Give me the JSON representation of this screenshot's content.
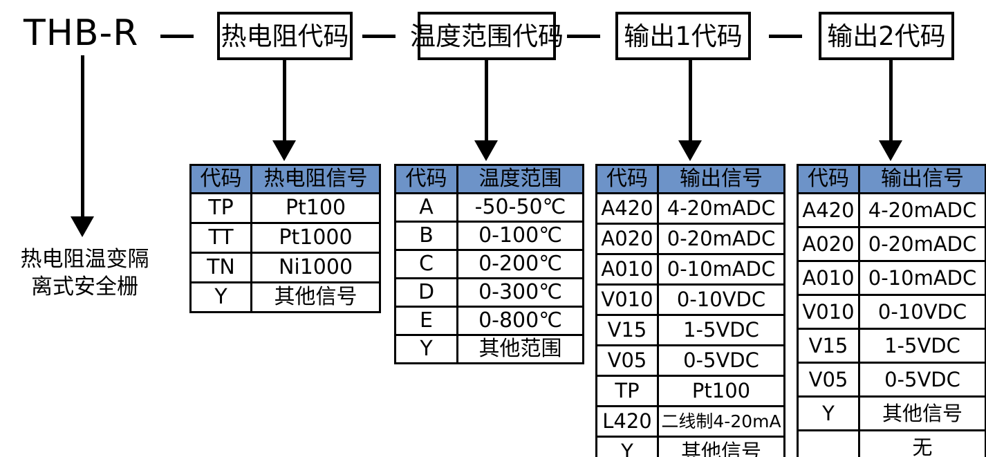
{
  "diagram": {
    "model_prefix": "THB-R",
    "separator": "—",
    "caption_line1": "热电阻温变隔",
    "caption_line2": "离式安全栅",
    "header_boxes": [
      {
        "label": "热电阻代码"
      },
      {
        "label": "温度范围代码"
      },
      {
        "label": "输出1代码"
      },
      {
        "label": "输出2代码"
      }
    ],
    "colors": {
      "header_blue": "#6d93c8",
      "line_black": "#000000",
      "background": "#ffffff"
    },
    "tables": [
      {
        "name": "rtd-signal-table",
        "headers": [
          "代码",
          "热电阻信号"
        ],
        "rows": [
          [
            "TP",
            "Pt100"
          ],
          [
            "TT",
            "Pt1000"
          ],
          [
            "TN",
            "Ni1000"
          ],
          [
            "Y",
            "其他信号"
          ]
        ]
      },
      {
        "name": "temperature-range-table",
        "headers": [
          "代码",
          "温度范围"
        ],
        "rows": [
          [
            "A",
            "-50-50℃"
          ],
          [
            "B",
            "0-100℃"
          ],
          [
            "C",
            "0-200℃"
          ],
          [
            "D",
            "0-300℃"
          ],
          [
            "E",
            "0-800℃"
          ],
          [
            "Y",
            "其他范围"
          ]
        ]
      },
      {
        "name": "output1-signal-table",
        "headers": [
          "代码",
          "输出信号"
        ],
        "rows": [
          [
            "A420",
            "4-20mADC"
          ],
          [
            "A020",
            "0-20mADC"
          ],
          [
            "A010",
            "0-10mADC"
          ],
          [
            "V010",
            "0-10VDC"
          ],
          [
            "V15",
            "1-5VDC"
          ],
          [
            "V05",
            "0-5VDC"
          ],
          [
            "TP",
            "Pt100"
          ],
          [
            "L420",
            "二线制4-20mA"
          ],
          [
            "Y",
            "其他信号"
          ]
        ]
      },
      {
        "name": "output2-signal-table",
        "headers": [
          "代码",
          "输出信号"
        ],
        "rows": [
          [
            "A420",
            "4-20mADC"
          ],
          [
            "A020",
            "0-20mADC"
          ],
          [
            "A010",
            "0-10mADC"
          ],
          [
            "V010",
            "0-10VDC"
          ],
          [
            "V15",
            "1-5VDC"
          ],
          [
            "V05",
            "0-5VDC"
          ],
          [
            "Y",
            "其他信号"
          ],
          [
            "",
            "无"
          ]
        ]
      }
    ]
  }
}
